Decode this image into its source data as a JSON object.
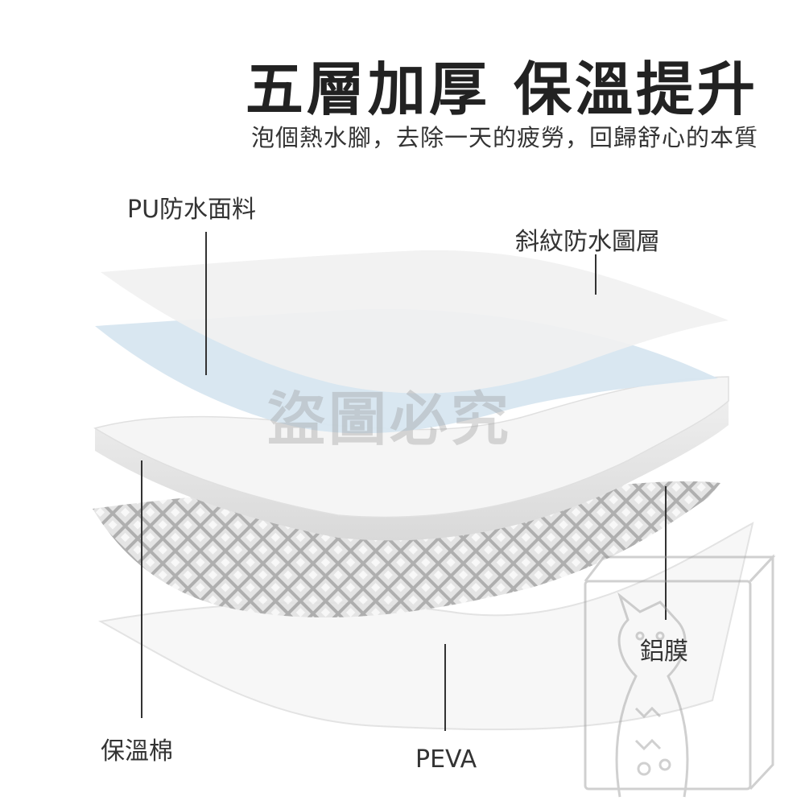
{
  "header": {
    "title": "五層加厚 保溫提升",
    "subtitle": "泡個熱水腳，去除一天的疲勞，回歸舒心的本質"
  },
  "labels": {
    "pu": "PU防水面料",
    "twill": "斜紋防水圖層",
    "cotton": "保溫棉",
    "peva": "PEVA",
    "foil": "鋁膜"
  },
  "watermark": "盜圖必究",
  "colors": {
    "text": "#333333",
    "title": "#222222",
    "layer_top": "#f2f2f2",
    "layer_blue": "#d6e6f0",
    "layer_cotton": "#f4f4f4",
    "layer_foil": "#b9b9b9"
  }
}
